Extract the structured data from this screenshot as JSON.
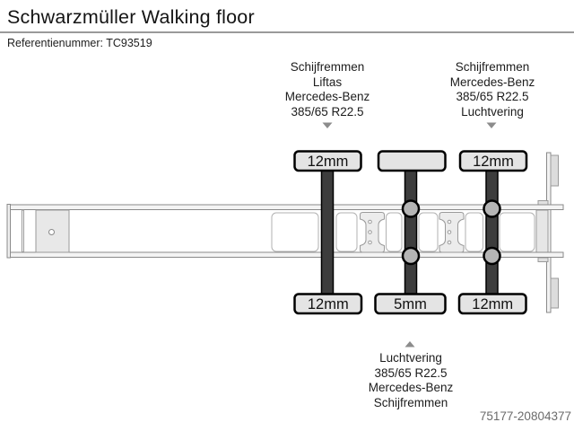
{
  "header": {
    "title": "Schwarzmüller Walking floor",
    "reference": "Referentienummer: TC93519"
  },
  "annotations": {
    "top_left": [
      "Schijfremmen",
      "Liftas",
      "Mercedes-Benz",
      "385/65 R22.5"
    ],
    "top_right": [
      "Schijfremmen",
      "Mercedes-Benz",
      "385/65 R22.5",
      "Luchtvering"
    ],
    "bottom": [
      "Luchtvering",
      "385/65 R22.5",
      "Mercedes-Benz",
      "Schijfremmen"
    ]
  },
  "diagram": {
    "top_boxes": [
      "12mm",
      "",
      "12mm"
    ],
    "bottom_boxes": [
      "12mm",
      "5mm",
      "12mm"
    ]
  },
  "footer": {
    "listing_id": "75177-20804377"
  },
  "colors": {
    "axle_dark": "#3d3d3d",
    "box_fill": "#e4e4e4",
    "bellow_fill": "#b5b5b5",
    "outline_gray": "#8a8a8a",
    "divider_gray": "#9a9a9a",
    "footer_text": "#6b6b6b"
  }
}
